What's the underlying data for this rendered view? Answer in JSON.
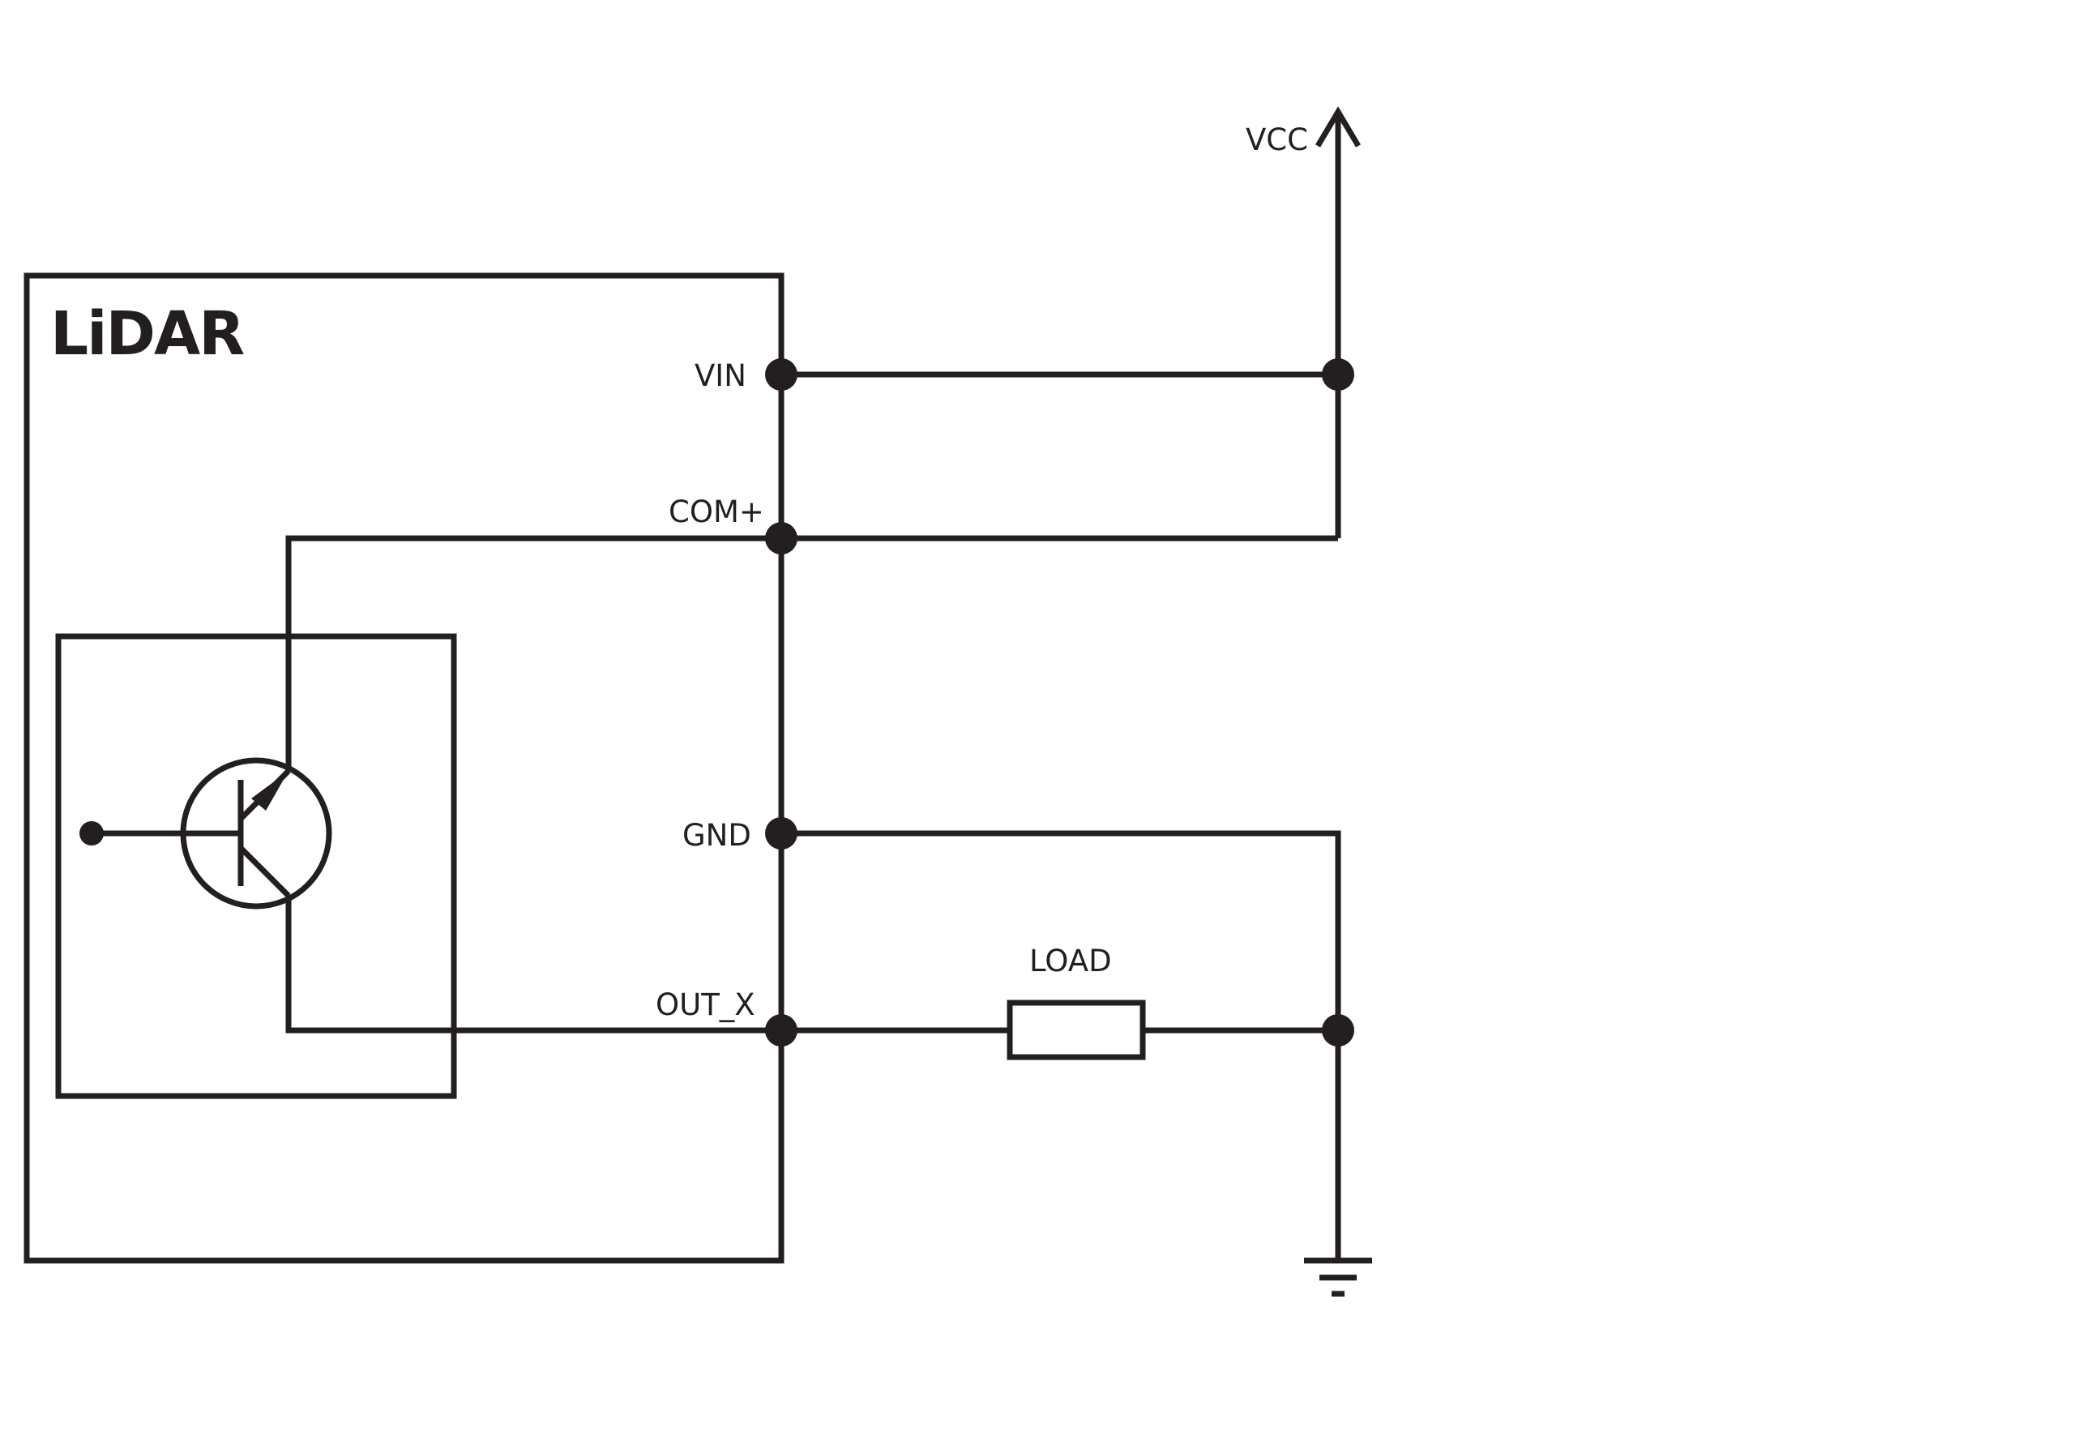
{
  "diagram": {
    "module_label": "LiDAR",
    "supply_label": "VCC",
    "pins": {
      "vin": "VIN",
      "com_plus": "COM+",
      "gnd": "GND",
      "out_x": "OUT_X"
    },
    "load_label": "LOAD",
    "stroke_color": "#231f20",
    "background_color": "#ffffff"
  }
}
